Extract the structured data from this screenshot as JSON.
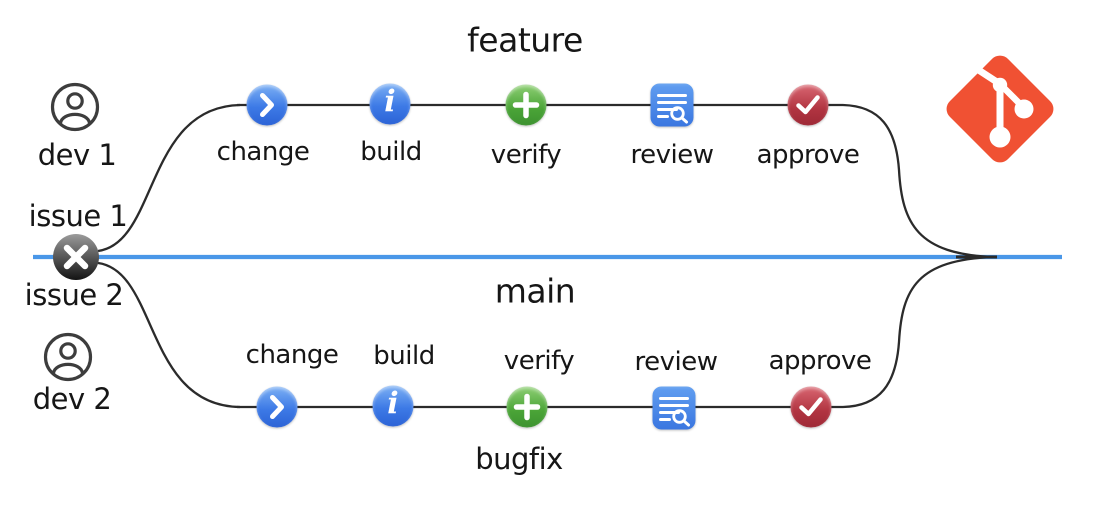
{
  "branches": {
    "feature": {
      "label": "feature",
      "steps": [
        {
          "label": "change",
          "icon": "chevron-right-circle-icon"
        },
        {
          "label": "build",
          "icon": "info-circle-icon"
        },
        {
          "label": "verify",
          "icon": "plus-circle-icon"
        },
        {
          "label": "review",
          "icon": "document-search-icon"
        },
        {
          "label": "approve",
          "icon": "check-circle-icon"
        }
      ]
    },
    "main": {
      "label": "main"
    },
    "bugfix": {
      "label": "bugfix",
      "steps": [
        {
          "label": "change",
          "icon": "chevron-right-circle-icon"
        },
        {
          "label": "build",
          "icon": "info-circle-icon"
        },
        {
          "label": "verify",
          "icon": "plus-circle-icon"
        },
        {
          "label": "review",
          "icon": "document-search-icon"
        },
        {
          "label": "approve",
          "icon": "check-circle-icon"
        }
      ]
    }
  },
  "actors": [
    {
      "label": "dev 1",
      "icon": "person-circle-icon"
    },
    {
      "label": "dev 2",
      "icon": "person-circle-icon"
    }
  ],
  "issues": [
    {
      "label": "issue 1"
    },
    {
      "label": "issue 2"
    }
  ],
  "issue_node_icon": "x-circle-icon",
  "logo_icon": "git-logo",
  "glyphs": {
    "build": "i"
  },
  "colors": {
    "main_line": "#4a97e8",
    "branch_line": "#2b2b2b",
    "step_blue": "#3d7ae6",
    "step_green": "#4aa437",
    "step_red": "#b13441",
    "review_blue": "#3a76e0",
    "git_logo": "#f05133",
    "issue_node_gray": "#3c3c3c"
  }
}
